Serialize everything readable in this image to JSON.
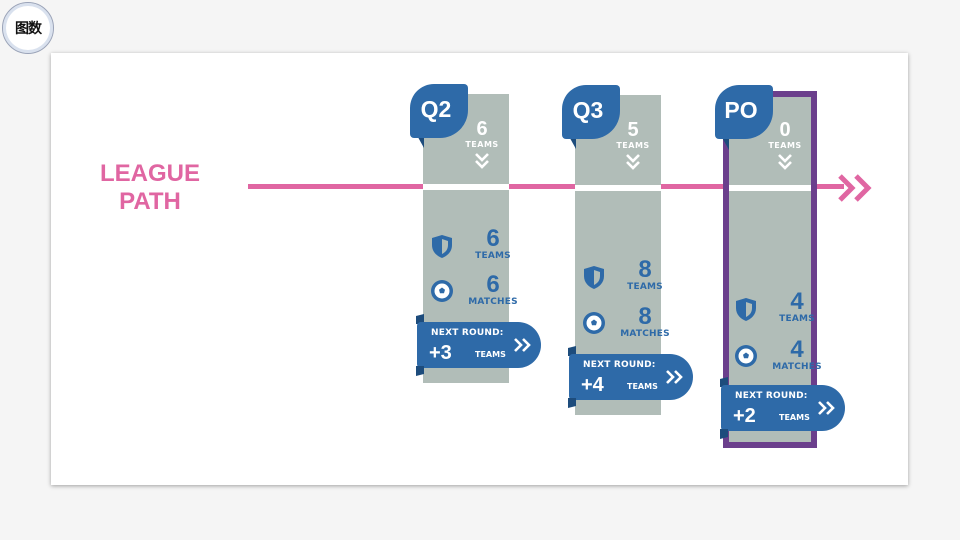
{
  "logo": {
    "text": "图数"
  },
  "path_title": {
    "line1": "LEAGUE",
    "line2": "PATH"
  },
  "colors": {
    "pink": "#e066a2",
    "blue": "#2e6aa8",
    "gray": "#b1bdb8",
    "purple": "#6b3f8c"
  },
  "icons": {
    "team": "shield-icon",
    "match": "soccer-ball-icon",
    "advance": "double-chevron-icon"
  },
  "rounds": [
    {
      "code": "Q2",
      "entering": "6",
      "entering_label": "TEAMS",
      "teams": "6",
      "teams_label": "TEAMS",
      "matches": "6",
      "matches_label": "MATCHES",
      "next_label": "NEXT ROUND:",
      "next_value": "+3",
      "next_unit": "TEAMS"
    },
    {
      "code": "Q3",
      "entering": "5",
      "entering_label": "TEAMS",
      "teams": "8",
      "teams_label": "TEAMS",
      "matches": "8",
      "matches_label": "MATCHES",
      "next_label": "NEXT ROUND:",
      "next_value": "+4",
      "next_unit": "TEAMS"
    },
    {
      "code": "PO",
      "entering": "0",
      "entering_label": "TEAMS",
      "teams": "4",
      "teams_label": "TEAMS",
      "matches": "4",
      "matches_label": "MATCHES",
      "next_label": "NEXT ROUND:",
      "next_value": "+2",
      "next_unit": "TEAMS"
    }
  ]
}
